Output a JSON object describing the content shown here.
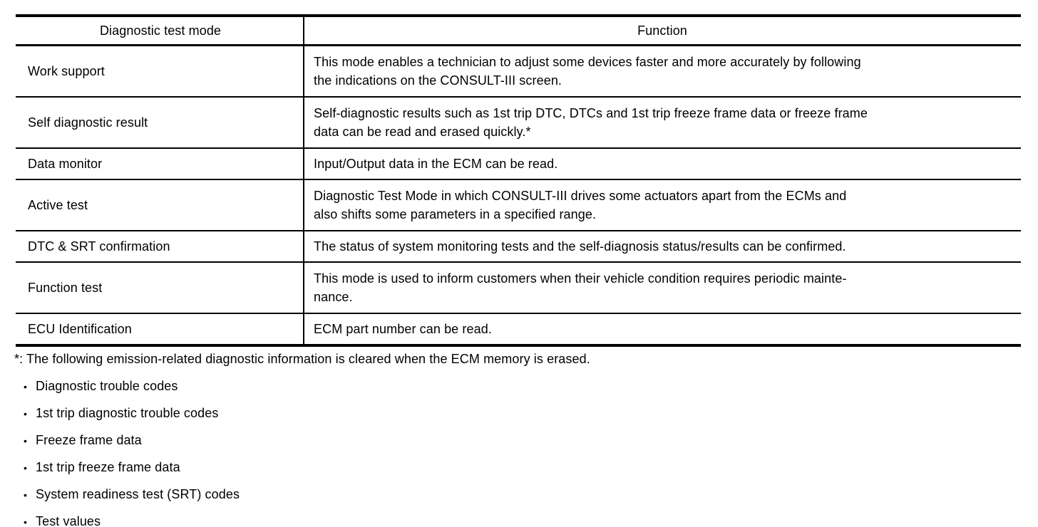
{
  "table": {
    "headers": {
      "mode": "Diagnostic test mode",
      "function": "Function"
    },
    "rows": [
      {
        "mode": "Work support",
        "function": "This mode enables a technician to adjust some devices faster and more accurately by following\nthe indications on the CONSULT-III screen."
      },
      {
        "mode": "Self diagnostic result",
        "function": "Self-diagnostic results such as 1st trip DTC, DTCs and 1st trip freeze frame data or freeze frame\ndata can be read and erased quickly.*"
      },
      {
        "mode": "Data monitor",
        "function": "Input/Output data in the ECM can be read."
      },
      {
        "mode": "Active test",
        "function": "Diagnostic Test Mode in which CONSULT-III drives some actuators apart from the ECMs and\nalso shifts some parameters in a specified range."
      },
      {
        "mode": "DTC & SRT confirmation",
        "function": "The status of system monitoring tests and the self-diagnosis status/results can be confirmed."
      },
      {
        "mode": "Function test",
        "function": "This mode is used to inform customers when their vehicle condition requires periodic mainte-\nnance."
      },
      {
        "mode": "ECU Identification",
        "function": "ECM part number can be read."
      }
    ]
  },
  "footnote": {
    "note": "*: The following emission-related diagnostic information is cleared when the ECM memory is erased.",
    "bullet_glyph": "•",
    "bullets": [
      "Diagnostic trouble codes",
      "1st trip diagnostic trouble codes",
      "Freeze frame data",
      "1st trip freeze frame data",
      "System readiness test (SRT) codes",
      "Test values"
    ]
  },
  "colors": {
    "text": "#000000",
    "border": "#000000",
    "background": "#ffffff"
  }
}
